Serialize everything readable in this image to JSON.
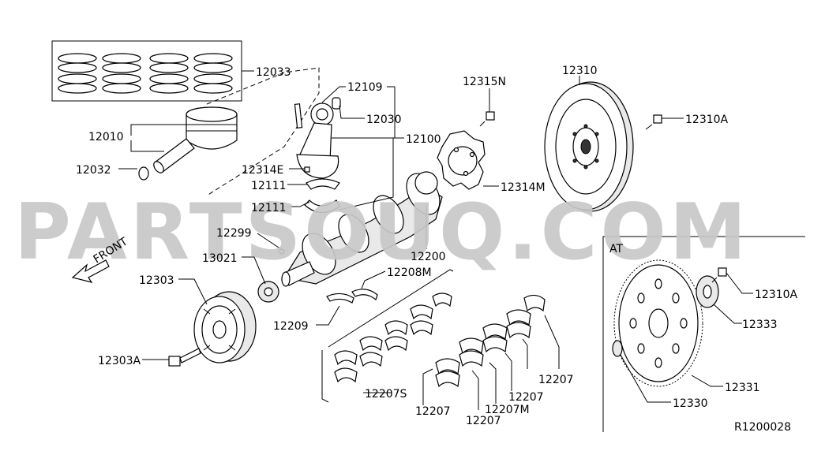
{
  "watermark": "PARTSOUQ.COM",
  "diagram_code": "R1200028",
  "section_label": "AT",
  "front_label": "FRONT",
  "parts": [
    "12033",
    "12109",
    "12010",
    "12030",
    "12032",
    "12100",
    "12314E",
    "12111",
    "12111",
    "12299",
    "13021",
    "12303",
    "12303A",
    "12200",
    "12208M",
    "12209",
    "12207S",
    "12207",
    "12207M",
    "12207",
    "12207",
    "12207",
    "12315N",
    "12314M",
    "12310",
    "12310A",
    "12310A",
    "12333",
    "12331",
    "12330"
  ]
}
